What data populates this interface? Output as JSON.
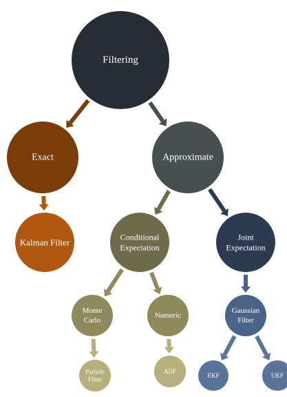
{
  "diagram": {
    "nodes": [
      {
        "id": "filtering",
        "lines": [
          "Filtering"
        ],
        "color": "#282c34"
      },
      {
        "id": "exact",
        "lines": [
          "Exact"
        ],
        "color": "#7a3d0a"
      },
      {
        "id": "approximate",
        "lines": [
          "Approximate"
        ],
        "color": "#474f4f"
      },
      {
        "id": "kalman-filter",
        "lines": [
          "Kalman Filter"
        ],
        "color": "#b0580f"
      },
      {
        "id": "conditional-expectation",
        "lines": [
          "Conditional",
          "Expectation"
        ],
        "color": "#6e6b4a"
      },
      {
        "id": "joint-expectation",
        "lines": [
          "Joint",
          "Expectation"
        ],
        "color": "#2c3a52"
      },
      {
        "id": "monte-carlo",
        "lines": [
          "Monte",
          "Carlo"
        ],
        "color": "#8f8a5c"
      },
      {
        "id": "numeric",
        "lines": [
          "Numeric"
        ],
        "color": "#8f8a5c"
      },
      {
        "id": "gaussian-filter",
        "lines": [
          "Gaussian",
          "Filter"
        ],
        "color": "#4a6488"
      },
      {
        "id": "particle-filter",
        "lines": [
          "Particle",
          "Filter"
        ],
        "color": "#b5b07c"
      },
      {
        "id": "adf",
        "lines": [
          "ADF"
        ],
        "color": "#b5b07c"
      },
      {
        "id": "ekf",
        "lines": [
          "EKF"
        ],
        "color": "#5b7499"
      },
      {
        "id": "ukf",
        "lines": [
          "UKF"
        ],
        "color": "#5b7499"
      }
    ],
    "edges": [
      {
        "from": "filtering",
        "to": "exact",
        "color": "#7a3d0a"
      },
      {
        "from": "filtering",
        "to": "approximate",
        "color": "#474f4f"
      },
      {
        "from": "exact",
        "to": "kalman-filter",
        "color": "#b0580f"
      },
      {
        "from": "approximate",
        "to": "conditional-expectation",
        "color": "#6e6b4a"
      },
      {
        "from": "approximate",
        "to": "joint-expectation",
        "color": "#2c3a52"
      },
      {
        "from": "conditional-expectation",
        "to": "monte-carlo",
        "color": "#8f8a5c"
      },
      {
        "from": "conditional-expectation",
        "to": "numeric",
        "color": "#8f8a5c"
      },
      {
        "from": "joint-expectation",
        "to": "gaussian-filter",
        "color": "#4a6488"
      },
      {
        "from": "monte-carlo",
        "to": "particle-filter",
        "color": "#b5b07c"
      },
      {
        "from": "numeric",
        "to": "adf",
        "color": "#b5b07c"
      },
      {
        "from": "gaussian-filter",
        "to": "ekf",
        "color": "#5b7499"
      },
      {
        "from": "gaussian-filter",
        "to": "ukf",
        "color": "#5b7499"
      }
    ]
  }
}
